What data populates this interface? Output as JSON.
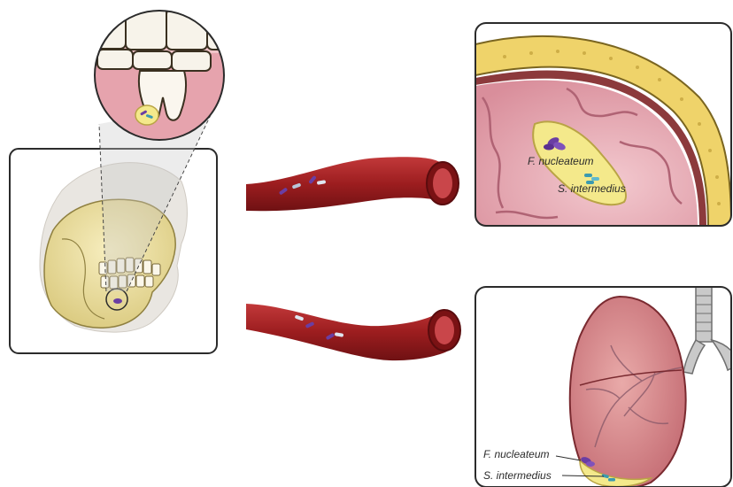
{
  "brain_panel": {
    "label_fusobacterium": "F. nucleateum",
    "label_streptococcus": "S. intermedius"
  },
  "lung_panel": {
    "label_fusobacterium": "F. nucleateum",
    "label_streptococcus": "S. intermedius"
  },
  "colors": {
    "bone": "#efe2a3",
    "vessel_red": "#9c1d1f",
    "vessel_inner": "#c9464a",
    "brain_pink": "#e7a9b4",
    "abscess_yellow": "#f4e98b",
    "lung_pink": "#d9858d",
    "bacteria_purple": "#6a3ea3",
    "bacteria_teal": "#3b9ab0"
  }
}
